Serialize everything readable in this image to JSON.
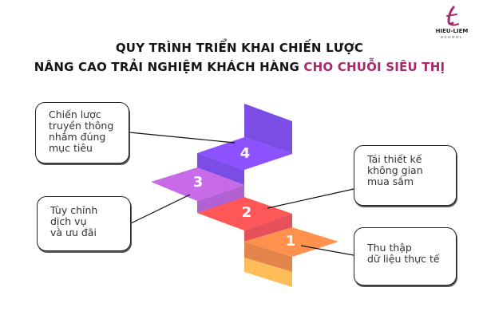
{
  "header": {
    "title_line1": "QUY TRÌNH TRIỂN KHAI CHIẾN LƯỢC",
    "title_line2_prefix": "NÂNG CAO TRẢI NGHIỆM KHÁCH HÀNG ",
    "title_line2_accent": "CHO CHUỖI SIÊU THỊ",
    "accent_color": "#A52A6A"
  },
  "logo": {
    "icon": "hl-monogram-icon",
    "name": "HIEU-LIEM",
    "subtitle": "SCHOOL"
  },
  "steps": [
    {
      "number": "1",
      "label": "Thu thập\ndữ liệu thực tế",
      "color_top": "#FF914D",
      "color_side": "#E3854A"
    },
    {
      "number": "2",
      "label": "Tái thiết kế\nkhông gian\nmua sắm",
      "color_top": "#FF5757",
      "color_side": "#E5505A"
    },
    {
      "number": "3",
      "label": "Tùy chỉnh\ndịch vụ\nvà ưu đãi",
      "color_top": "#C86BE8",
      "color_side": "#B160D2"
    },
    {
      "number": "4",
      "label": "Chiến lược\ntruyền thông\nnhắm đúng\nmục tiêu",
      "color_top": "#8C52FF",
      "color_side": "#7C4CE6"
    }
  ],
  "base_color": "#FFBD59"
}
